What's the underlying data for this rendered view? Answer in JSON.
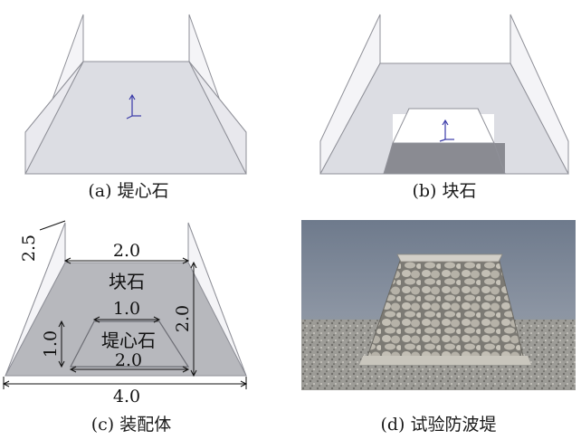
{
  "captions": {
    "a": "(a) 堤心石",
    "b": "(b) 块石",
    "c": "(c) 装配体",
    "d": "(d) 试验防波堤"
  },
  "assembly": {
    "top_width": "2.0",
    "block_label": "块石",
    "core_top_width": "1.0",
    "core_label": "堤心石",
    "core_height": "1.0",
    "core_bottom_width": "2.0",
    "total_height": "2.0",
    "block_height": "2.5",
    "bottom_width": "4.0"
  },
  "colors": {
    "top_face": "#dcdde3",
    "side_face": "#f3f3f6",
    "edge": "#8f9098",
    "dark_face": "#8a8b92",
    "photo_sky": "#8792a2",
    "photo_ground": "#9d9c97",
    "stone": "#b9b5ac"
  }
}
